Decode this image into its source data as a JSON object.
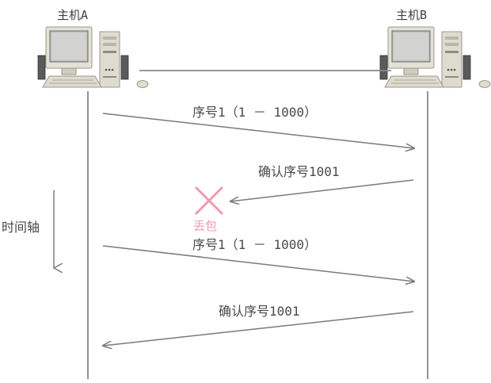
{
  "hosts": {
    "a_label": "主机A",
    "b_label": "主机B"
  },
  "timeline": {
    "label": "时间轴"
  },
  "messages": [
    {
      "label": "序号1（1 － 1000）",
      "from": "A",
      "to": "B",
      "lost": false
    },
    {
      "label": "确认序号1001",
      "from": "B",
      "to": "A",
      "lost": true
    },
    {
      "label": "序号1（1 － 1000）",
      "from": "A",
      "to": "B",
      "lost": false
    },
    {
      "label": "确认序号1001",
      "from": "B",
      "to": "A",
      "lost": false
    }
  ],
  "loss_marker": {
    "label": "丢包",
    "color": "#f19aae"
  },
  "colors": {
    "line": "#7a7a7a",
    "text": "#4a4a4a",
    "computer": "#d9d6c8"
  }
}
